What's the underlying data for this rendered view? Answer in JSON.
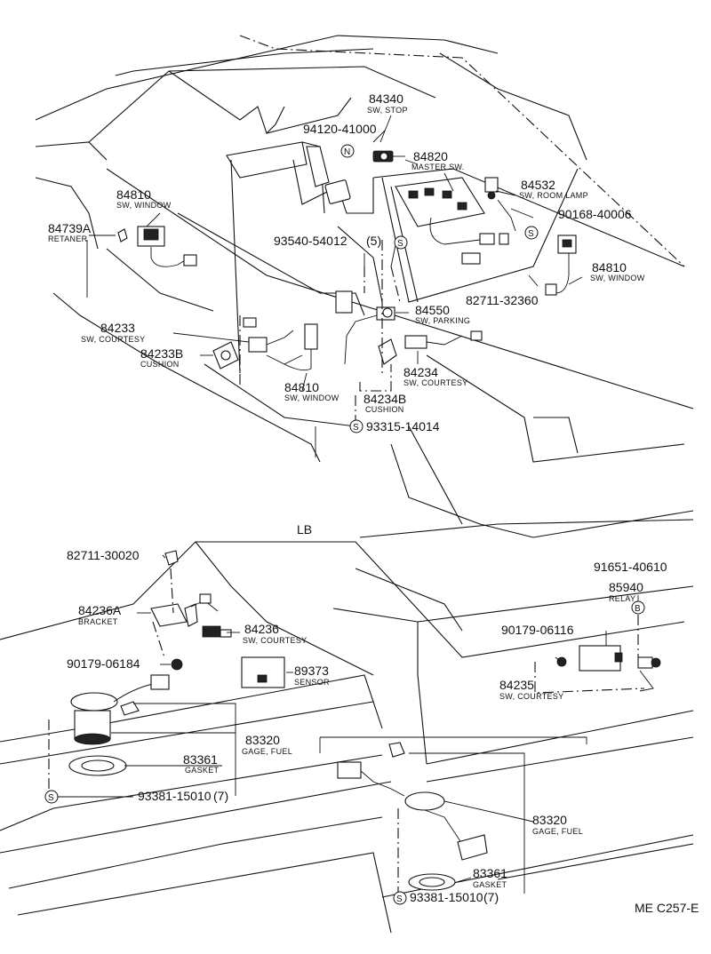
{
  "labels": {
    "p84340": {
      "num": "84340",
      "desc": "SW, STOP"
    },
    "p94120": {
      "num": "94120-41000"
    },
    "n_symbol": "N",
    "p84820": {
      "num": "84820",
      "desc": "MASTER SW."
    },
    "p84532": {
      "num": "84532",
      "desc": "SW, ROOM LAMP"
    },
    "p90168": {
      "num": "90168-40006"
    },
    "p84810a": {
      "num": "84810",
      "desc": "SW, WINDOW"
    },
    "p84739A": {
      "num": "84739A",
      "desc": "RETANER"
    },
    "p93540": {
      "num": "93540-54012",
      "qty": "(5)"
    },
    "p84810b": {
      "num": "84810",
      "desc": "SW, WINDOW"
    },
    "p82711a": {
      "num": "82711-32360"
    },
    "p84550": {
      "num": "84550",
      "desc": "SW, PARKING"
    },
    "p84233": {
      "num": "84233",
      "desc": "SW, COURTESY"
    },
    "p84233B": {
      "num": "84233B",
      "desc": "CUSHION"
    },
    "p84234": {
      "num": "84234",
      "desc": "SW, COURTESY"
    },
    "p84810c": {
      "num": "84810",
      "desc": "SW, WINDOW"
    },
    "p84234B": {
      "num": "84234B",
      "desc": "CUSHION"
    },
    "p93315": {
      "num": "93315-14014"
    },
    "lb": "LB",
    "p82711b": {
      "num": "82711-30020"
    },
    "p91651": {
      "num": "91651-40610"
    },
    "p85940": {
      "num": "85940",
      "desc": "RELAY"
    },
    "b_symbol": "B",
    "p84236A": {
      "num": "84236A",
      "desc": "BRACKET"
    },
    "p84236": {
      "num": "84236",
      "desc": "SW, COURTESY"
    },
    "p90179b": {
      "num": "90179-06116"
    },
    "p90179a": {
      "num": "90179-06184"
    },
    "p89373": {
      "num": "89373",
      "desc": "SENSOR"
    },
    "p84235": {
      "num": "84235",
      "desc": "SW, COURTESY"
    },
    "p83320a": {
      "num": "83320",
      "desc": "GAGE, FUEL"
    },
    "p83361a": {
      "num": "83361",
      "desc": "GASKET"
    },
    "p93381a": {
      "num": "93381-15010",
      "qty": "(7)"
    },
    "p83320b": {
      "num": "83320",
      "desc": "GAGE, FUEL"
    },
    "p83361b": {
      "num": "83361",
      "desc": "GASKET"
    },
    "p93381b": {
      "num": "93381-15010",
      "qty": "(7)"
    },
    "s_symbol": "S",
    "code": "ME C257-E"
  }
}
